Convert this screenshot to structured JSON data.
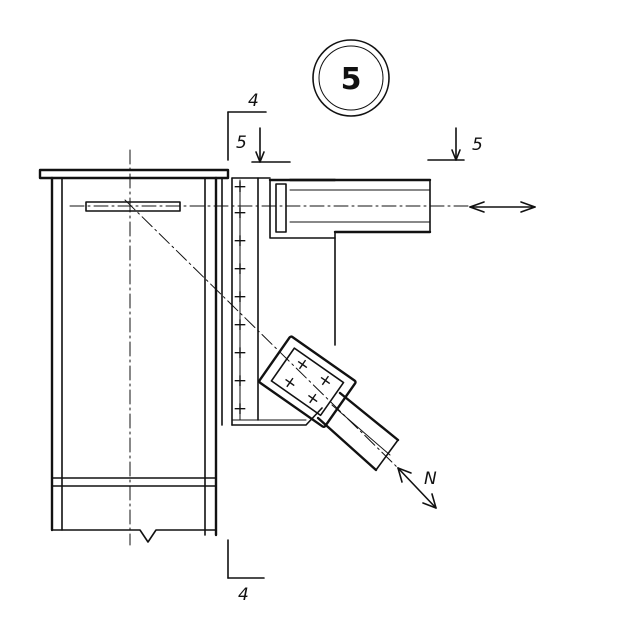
{
  "detail_marker": {
    "label": "5"
  },
  "section_marks": {
    "top_4": "4",
    "top_5_left": "5",
    "top_5_right": "5",
    "bottom_4": "4"
  },
  "force_label": "N"
}
